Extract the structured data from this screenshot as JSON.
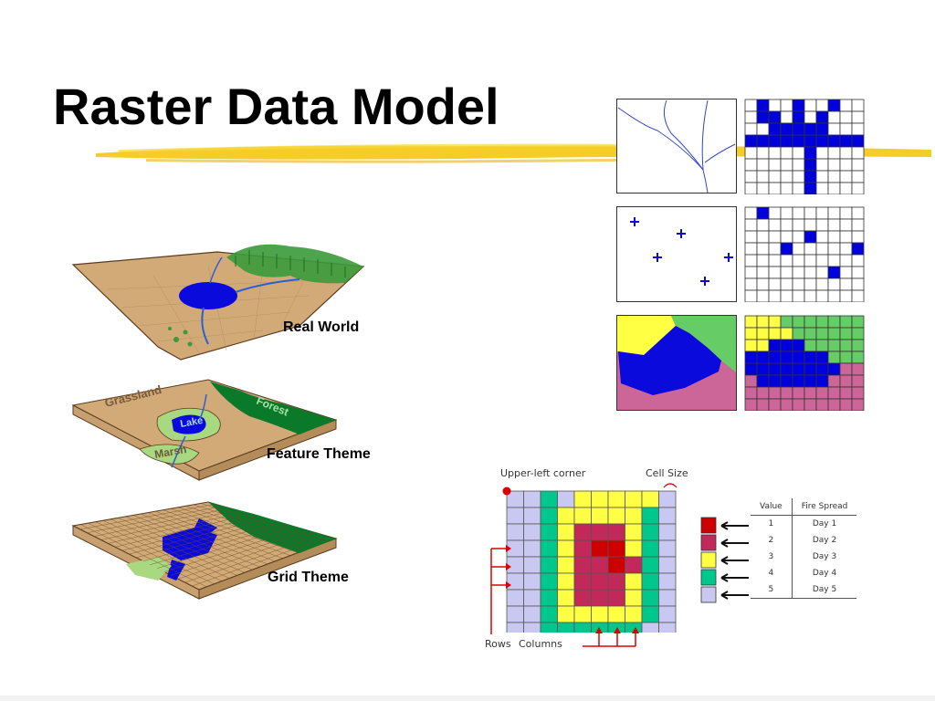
{
  "title": "Raster Data Model",
  "layers": {
    "real_world": "Real World",
    "feature_theme": "Feature Theme",
    "grid_theme": "Grid Theme",
    "feature_labels": {
      "grassland": "Grassland",
      "lake": "Lake",
      "forest": "Forest",
      "marsh": "Marsh"
    }
  },
  "fire_grid": {
    "upper_left_label": "Upper-left corner",
    "cell_size_label": "Cell Size",
    "rows_label": "Rows",
    "columns_label": "Columns",
    "legend_headers": {
      "value": "Value",
      "fire_spread": "Fire Spread"
    },
    "legend_rows": [
      {
        "value": "1",
        "day": "Day 1",
        "color": "#cc0000"
      },
      {
        "value": "2",
        "day": "Day 2",
        "color": "#c2285a"
      },
      {
        "value": "3",
        "day": "Day 3",
        "color": "#ffff44"
      },
      {
        "value": "4",
        "day": "Day 4",
        "color": "#00c88c"
      },
      {
        "value": "5",
        "day": "Day 5",
        "color": "#c8c8f0"
      }
    ]
  },
  "colors": {
    "raster_blue": "#0000dd",
    "accent_yellow": "#f5c400",
    "land": "#d2aa78",
    "forest_green": "#2a8c3c",
    "marsh_green": "#a8d880",
    "poly_yellow": "#ffff44",
    "poly_green": "#66cc66",
    "poly_pink": "#cc6699"
  }
}
